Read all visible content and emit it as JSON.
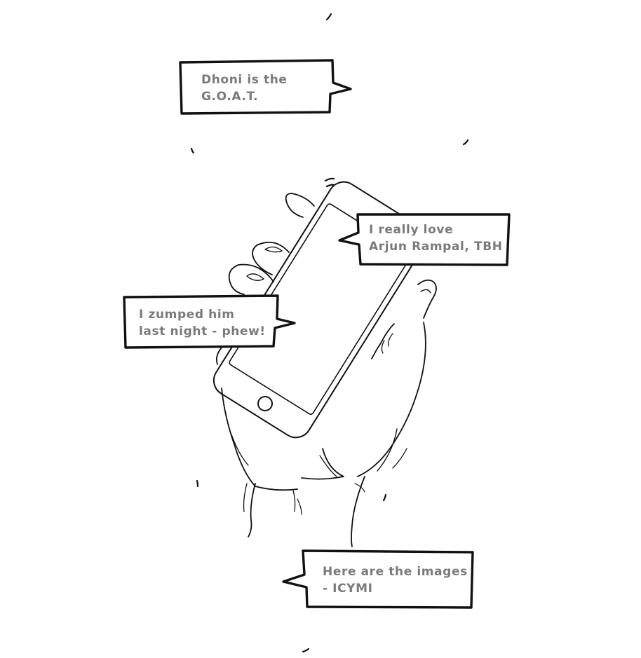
{
  "bubbles": [
    {
      "id": "dhoni",
      "lines": [
        "Dhoni is the",
        "G.O.A.T."
      ]
    },
    {
      "id": "arjun",
      "lines": [
        "I really love",
        "Arjun Rampal, TBH"
      ]
    },
    {
      "id": "zumped",
      "lines": [
        "I zumped him",
        "last night - phew!"
      ]
    },
    {
      "id": "images",
      "lines": [
        "Here are the images",
        "- ICYMI"
      ]
    }
  ],
  "colors": {
    "ink": "#111111",
    "text": "#7a7a7a",
    "background": "#ffffff"
  },
  "icons": [
    "hand-holding-phone-illustration",
    "home-button-icon"
  ]
}
